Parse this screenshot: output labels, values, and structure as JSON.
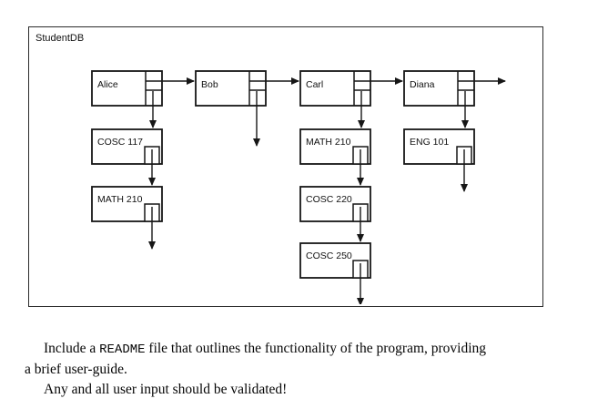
{
  "diagram": {
    "title": "StudentDB",
    "students": [
      {
        "id": "alice",
        "label": "Alice",
        "courses": [
          "COSC 117",
          "MATH 210"
        ]
      },
      {
        "id": "bob",
        "label": "Bob",
        "courses": []
      },
      {
        "id": "carl",
        "label": "Carl",
        "courses": [
          "MATH 210",
          "COSC 220",
          "COSC 250"
        ]
      },
      {
        "id": "diana",
        "label": "Diana",
        "courses": [
          "ENG 101"
        ]
      }
    ]
  },
  "instructions": {
    "line1_pre": "Include a ",
    "line1_code": "README",
    "line1_post": " file that outlines the functionality of the program, providing",
    "line2": "a brief user-guide.",
    "line3": "Any and all user input should be validated!"
  }
}
